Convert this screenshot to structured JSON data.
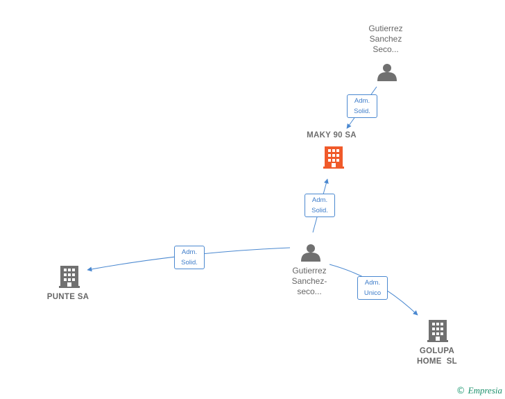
{
  "nodes": {
    "person_top": {
      "label_lines": [
        "Gutierrez",
        "Sanchez",
        "Seco..."
      ]
    },
    "maky": {
      "label": "MAKY 90 SA",
      "color": "#f05a2a"
    },
    "person_center": {
      "label_lines": [
        "Gutierrez",
        "Sanchez-",
        "seco..."
      ]
    },
    "punte": {
      "label": "PUNTE SA",
      "color": "#666666"
    },
    "golupa": {
      "label_lines": [
        "GOLUPA",
        "HOME  SL"
      ],
      "color": "#666666"
    }
  },
  "edges": {
    "top_to_maky": {
      "lines": [
        "Adm.",
        "Solid."
      ]
    },
    "center_to_maky": {
      "lines": [
        "Adm.",
        "Solid."
      ]
    },
    "center_to_punte": {
      "lines": [
        "Adm.",
        "Solid."
      ]
    },
    "center_to_golupa": {
      "lines": [
        "Adm.",
        "Unico"
      ]
    }
  },
  "colors": {
    "edge": "#4a88d0",
    "person": "#707070"
  },
  "footer": {
    "copyright": "©",
    "brand": "Empresia"
  }
}
